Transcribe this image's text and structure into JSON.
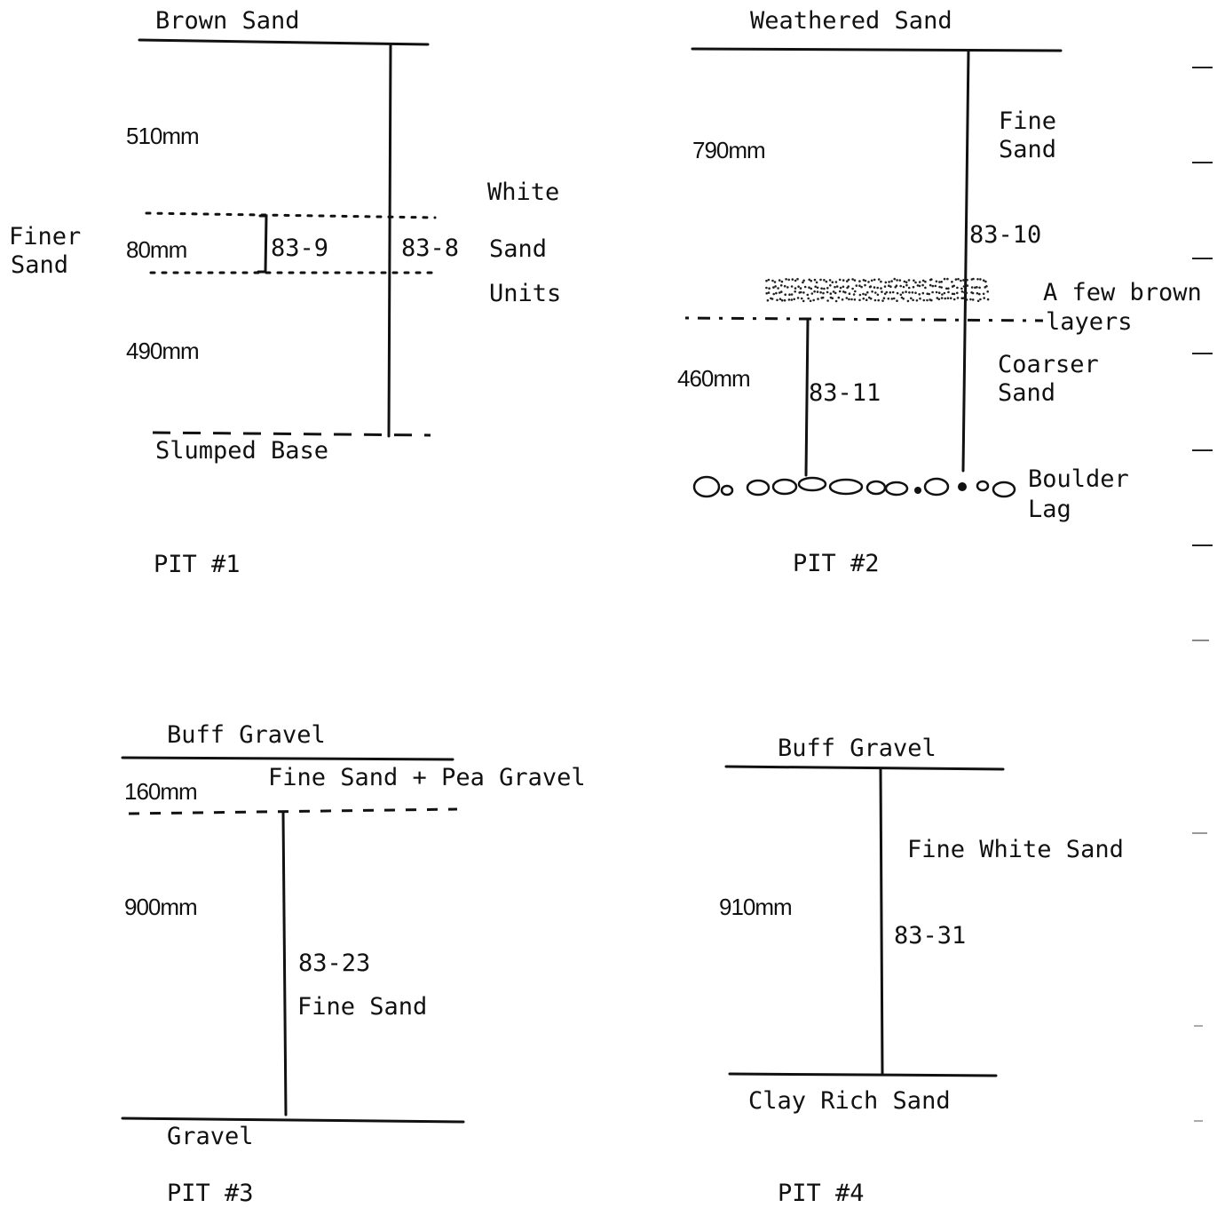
{
  "pit1": {
    "title": "PIT #1",
    "top_label": "Brown Sand",
    "depth_upper": "510mm",
    "depth_middle": "80mm",
    "depth_lower": "490mm",
    "side_label_line1": "Finer",
    "side_label_line2": "Sand",
    "sample_short": "83-9",
    "sample_long": "83-8",
    "unit_line1": "White",
    "unit_line2": "Sand",
    "unit_line3": "Units",
    "base_label": "Slumped Base"
  },
  "pit2": {
    "title": "PIT #2",
    "top_label": "Weathered Sand",
    "depth_upper": "790mm",
    "depth_lower": "460mm",
    "upper_unit_line1": "Fine",
    "upper_unit_line2": "Sand",
    "sample_long": "83-10",
    "layers_line1": "A few brown",
    "layers_line2": "layers",
    "lower_unit_line1": "Coarser",
    "lower_unit_line2": "Sand",
    "sample_short": "83-11",
    "base_line1": "Boulder",
    "base_line2": "Lag"
  },
  "pit3": {
    "title": "PIT #3",
    "top_label": "Buff Gravel",
    "depth_upper": "160mm",
    "upper_unit": "Fine Sand + Pea Gravel",
    "depth_lower": "900mm",
    "sample": "83-23",
    "lower_unit": "Fine Sand",
    "base_label": "Gravel"
  },
  "pit4": {
    "title": "PIT #4",
    "top_label": "Buff Gravel",
    "unit": "Fine White Sand",
    "depth": "910mm",
    "sample": "83-31",
    "base_label": "Clay Rich Sand"
  }
}
